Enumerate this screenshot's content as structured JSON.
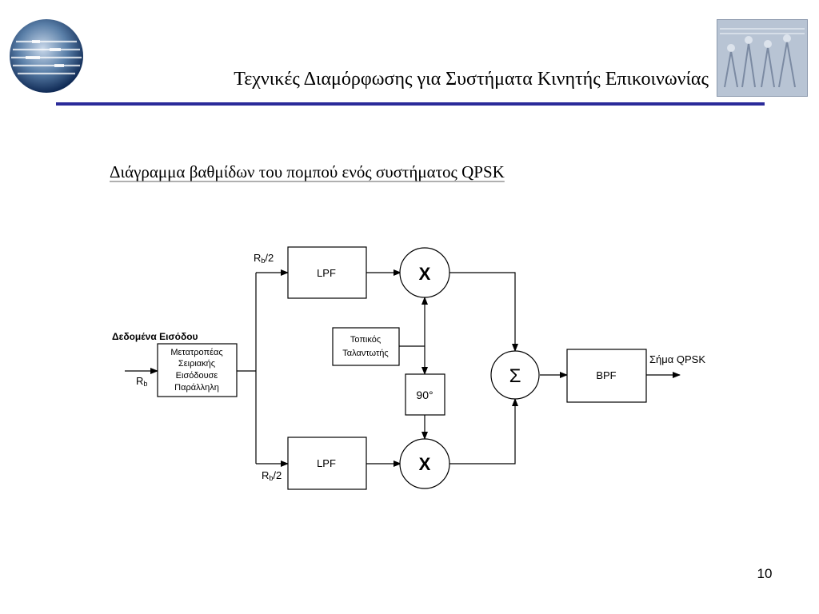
{
  "header": {
    "title": "Τεχνικές Διαμόρφωσης για Συστήματα Κινητής Επικοινωνίας",
    "accent_color": "#2b2b9a",
    "logo_icon": "globe-logo-icon",
    "image_icon": "stone-relief-image"
  },
  "slide": {
    "subtitle": "Διάγραμμα βαθμίδων του πομπού ενός συστήματος QPSK",
    "page_number": "10"
  },
  "diagram": {
    "input_label": "Δεδομένα Εισόδου",
    "input_rate": "R",
    "input_rate_sub": "b",
    "converter": {
      "line1": "Μετατροπέας",
      "line2": "Σειριακής",
      "line3": "Εισόδουσε",
      "line4": "Παράλληλη"
    },
    "upper_rate": "R",
    "upper_rate_sub": "b",
    "upper_rate_den": "/2",
    "lower_rate": "R",
    "lower_rate_sub": "b",
    "lower_rate_den": "/2",
    "lpf_upper": "LPF",
    "lpf_lower": "LPF",
    "mixer_upper": "X",
    "mixer_lower": "X",
    "oscillator": {
      "line1": "Τοπικός",
      "line2": "Ταλαντωτής"
    },
    "phase_shift": "90°",
    "summer": "Σ",
    "bpf": "BPF",
    "output_label": "Σήμα QPSK"
  }
}
